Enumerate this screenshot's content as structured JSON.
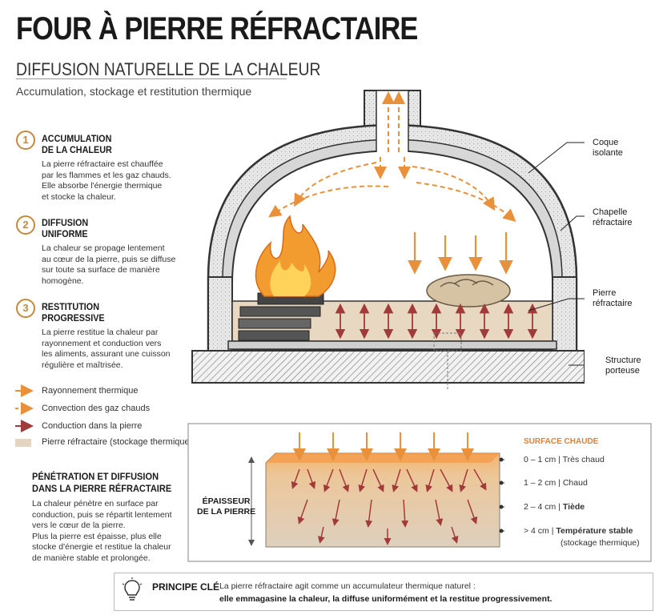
{
  "header": {
    "title": "FOUR À PIERRE RÉFRACTAIRE",
    "subtitle": "DIFFUSION NATURELLE DE LA CHALEUR",
    "tagline": "Accumulation, stockage et restitution thermique"
  },
  "steps": [
    {
      "number": "1",
      "title": "ACCUMULATION\nDE LA CHALEUR",
      "text": "La pierre réfractaire est chauffée\npar les flammes et les gaz chauds.\nElle absorbe l'énergie thermique\net stocke la chaleur."
    },
    {
      "number": "2",
      "title": "DIFFUSION\nUNIFORME",
      "text": "La chaleur se propage lentement\nau cœur de la pierre, puis se diffuse\nsur toute sa surface de manière\nhomogène."
    },
    {
      "number": "3",
      "title": "RESTITUTION\nPROGRESSIVE",
      "text": "La pierre restitue la chaleur par\nrayonnement et conduction vers\nles aliments, assurant une cuisson\nrégulière et maîtrisée."
    }
  ],
  "legend": [
    {
      "label": "Rayonnement thermique",
      "icon": "solid-orange-arrow-icon",
      "color": "#e8913a"
    },
    {
      "label": "Convection des gaz chauds",
      "icon": "dashed-orange-arrow-icon",
      "color": "#e8913a"
    },
    {
      "label": "Conduction dans la pierre",
      "icon": "red-arrow-icon",
      "color": "#a33a3a"
    },
    {
      "label": "Pierre réfractaire (stockage thermique)",
      "icon": "stone-swatch-icon",
      "color": "#e3d5c2"
    }
  ],
  "penetration": {
    "title": "PÉNÉTRATION ET DIFFUSION\nDANS LA PIERRE RÉFRACTAIRE",
    "text": "La chaleur pénètre en surface par\nconduction, puis se répartit lentement\nvers le cœur de la pierre.\nPlus la pierre est épaisse, plus elle\nstocke d'énergie et restitue la chaleur\nde manière stable et prolongée."
  },
  "callouts": {
    "coque": "Coque\nisolante",
    "chapelle": "Chapelle\nréfractaire",
    "pierre": "Pierre\nréfractaire",
    "structure": "Structure\nporteuse"
  },
  "detail": {
    "thickness_label": "ÉPAISSEUR\nDE LA PIERRE",
    "surface_label": "SURFACE CHAUDE",
    "layers": [
      {
        "depth": "0 – 1 cm",
        "desc": "Très chaud",
        "extra": ""
      },
      {
        "depth": "1 – 2 cm",
        "desc": "Chaud",
        "extra": ""
      },
      {
        "depth": "2 – 4 cm",
        "desc": "Tiède",
        "extra": ""
      },
      {
        "depth": "> 4 cm",
        "desc": "Température stable",
        "extra": "(stockage thermique)"
      }
    ]
  },
  "principle": {
    "key": "PRINCIPE CLÉ",
    "line1": "La pierre réfractaire agit comme un accumulateur thermique naturel :",
    "line2": "elle emmagasine la chaleur, la diffuse uniformément et la restitue progressivement.",
    "icon": "lightbulb-icon"
  },
  "colors": {
    "accent_orange": "#e8913a",
    "conduction_red": "#a33a3a",
    "step_brown": "#c8873f",
    "stone": "#e3d5c2"
  }
}
